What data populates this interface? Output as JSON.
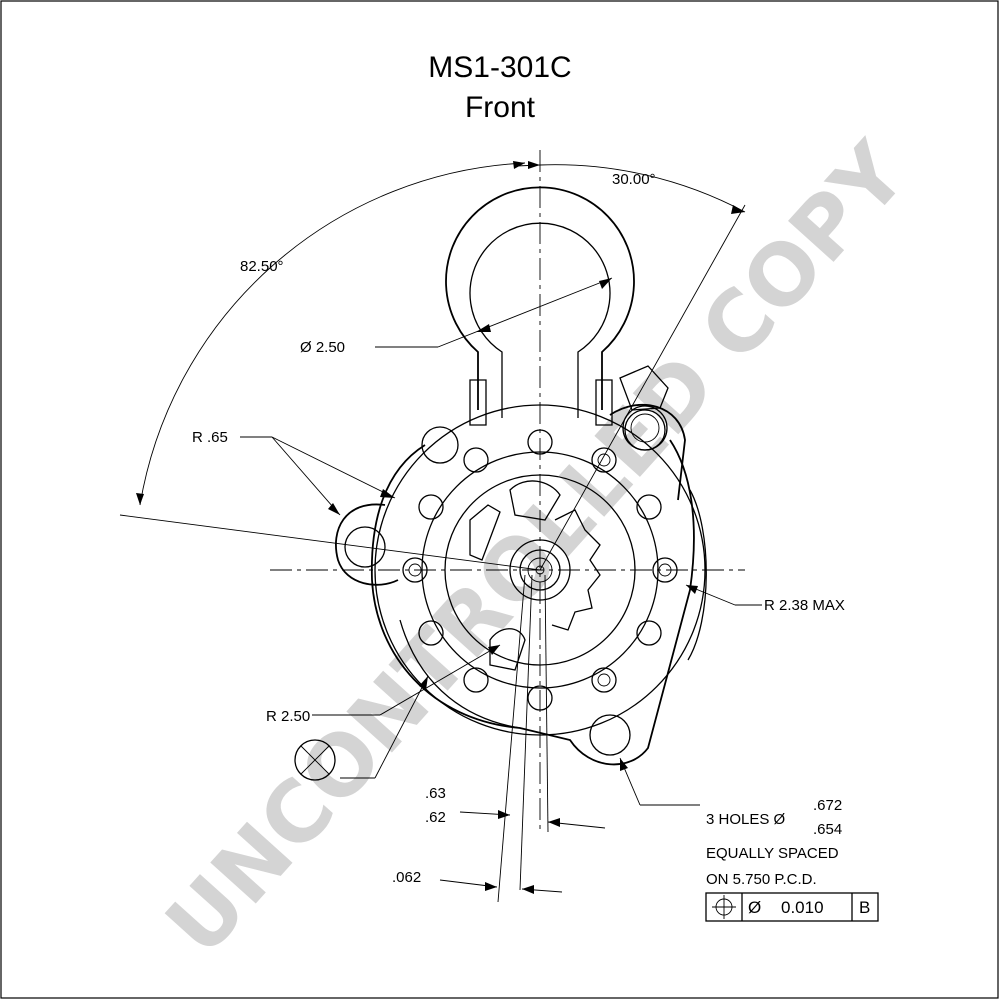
{
  "title": {
    "part_number": "MS1-301C",
    "view": "Front"
  },
  "dimensions": {
    "angle_top": "30.00°",
    "angle_left": "82.50°",
    "dia_ring": "Ø  2.50",
    "radius_ear": "R .65",
    "radius_max": "R 2.38 MAX",
    "radius_nose": "R 2.50",
    "offset_upper_a": ".63",
    "offset_upper_b": ".62",
    "offset_lower": ".062",
    "holes_label": "3 HOLES Ø",
    "holes_max": ".672",
    "holes_min": ".654",
    "spacing_line1": "EQUALLY SPACED",
    "spacing_line2": "ON 5.750 P.C.D."
  },
  "tolerance_frame": {
    "symbol": "position",
    "modifier": "Ø",
    "value": "0.010",
    "datum": "B"
  },
  "watermark": "UNCONTROLLED COPY",
  "colors": {
    "line": "#000000",
    "watermark": "#d4d4d4",
    "background": "#ffffff"
  }
}
